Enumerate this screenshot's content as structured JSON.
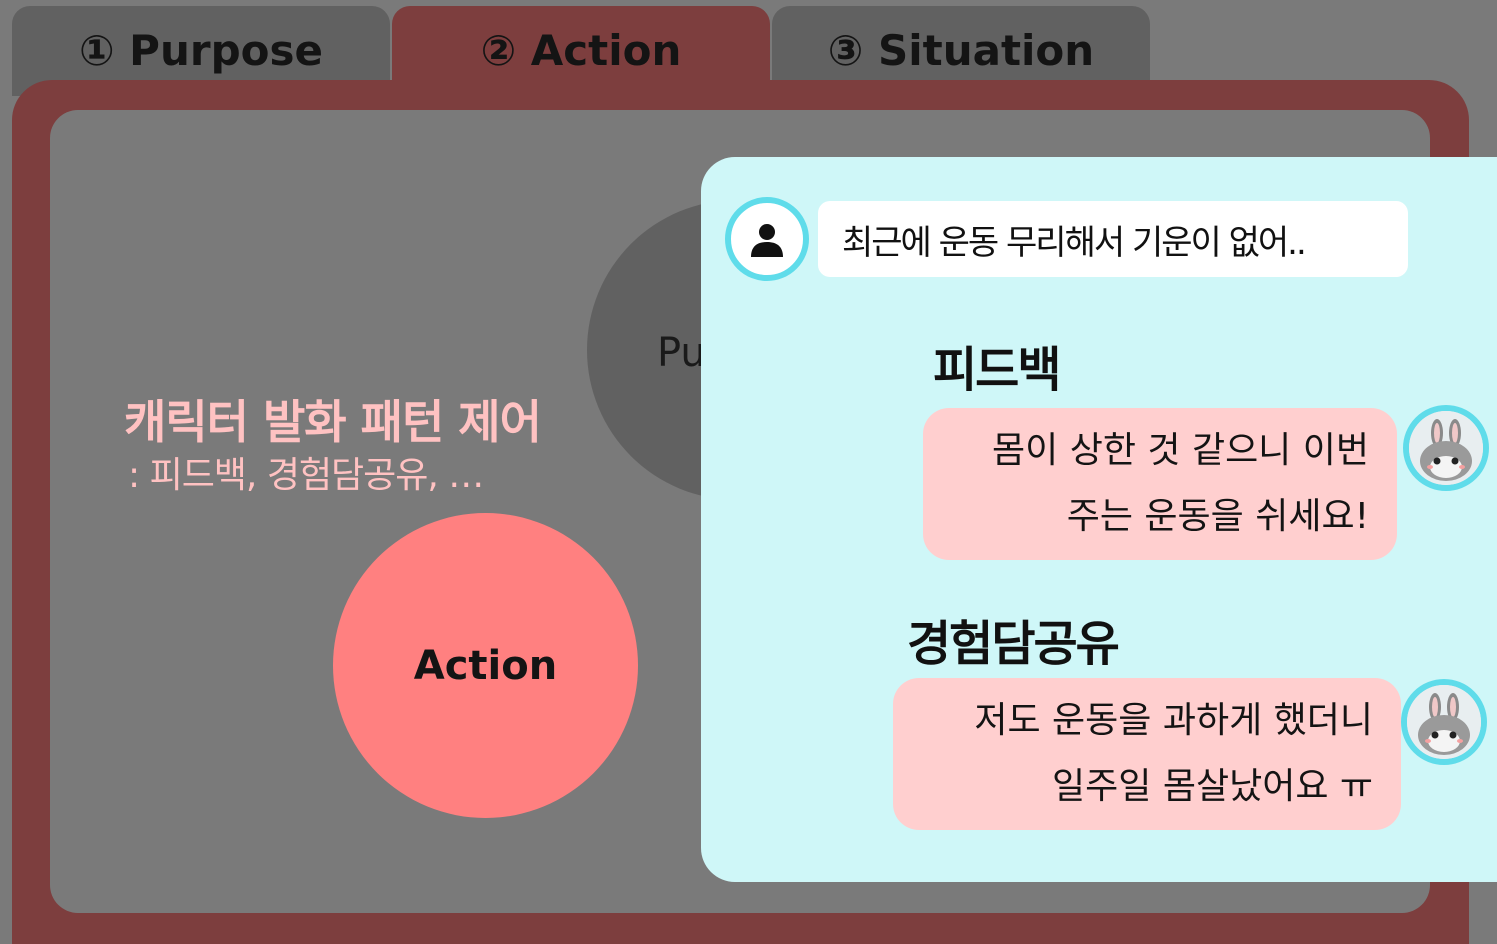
{
  "tabs": [
    {
      "label": "① Purpose"
    },
    {
      "label": "② Action"
    },
    {
      "label": "③ Situation"
    }
  ],
  "background": {
    "purpose_circle_label": "Pu"
  },
  "left": {
    "headline": "캐릭터 발화 패턴 제어",
    "subline": ": 피드백, 경험담공유, …",
    "action_circle_label": "Action"
  },
  "chat": {
    "user_message": "최근에 운동 무리해서 기운이 없어..",
    "sections": [
      {
        "label": "피드백",
        "lines": [
          "몸이 상한 것 같으니 이번",
          "주는 운동을 쉬세요!"
        ]
      },
      {
        "label": "경험담공유",
        "lines": [
          "저도 운동을 과하게 했더니",
          "일주일 몸살났어요 ㅠ"
        ]
      }
    ]
  },
  "colors": {
    "active_tab": "#7d3e3e",
    "inactive_tab": "#616161",
    "action_circle": "#ff8080",
    "headline_text": "#ffc2c2",
    "chat_panel": "#cff7f8",
    "bot_bubble": "#ffcfcf",
    "avatar_ring": "#5fdcea"
  },
  "icons": {
    "user_avatar": "person-icon",
    "bot_avatar": "bunny-icon"
  }
}
